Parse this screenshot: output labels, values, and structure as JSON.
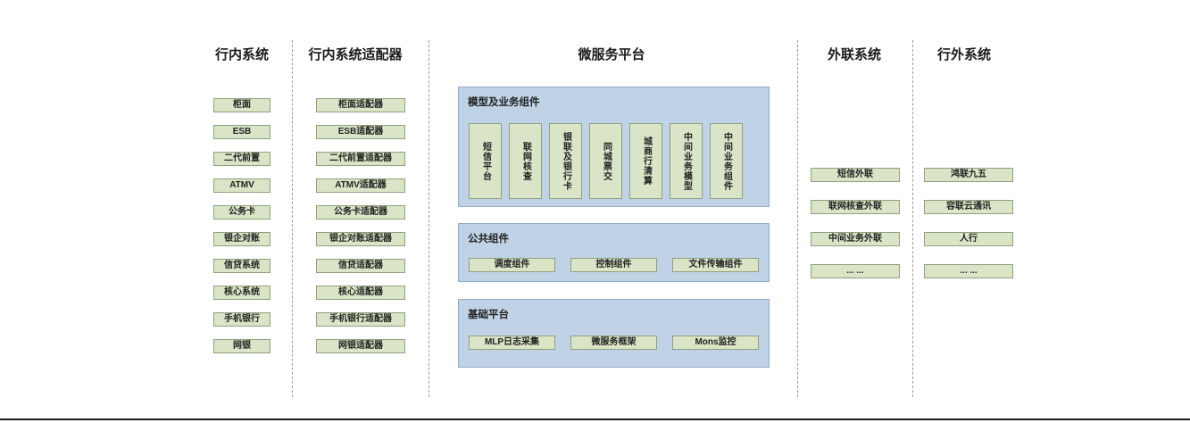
{
  "colors": {
    "box_fill": "#d9e5c6",
    "box_border": "#8fa07f",
    "panel_fill": "#bfd2e6",
    "panel_border": "#92abc6"
  },
  "col_inbank": {
    "title": "行内系统",
    "items": [
      "柜面",
      "ESB",
      "二代前置",
      "ATMV",
      "公务卡",
      "银企对账",
      "信贷系统",
      "核心系统",
      "手机银行",
      "网银"
    ]
  },
  "col_adapter": {
    "title": "行内系统适配器",
    "items": [
      "柜面适配器",
      "ESB适配器",
      "二代前置适配器",
      "ATMV适配器",
      "公务卡适配器",
      "银企对账适配器",
      "信贷适配器",
      "核心适配器",
      "手机银行适配器",
      "网银适配器"
    ]
  },
  "platform": {
    "title": "微服务平台",
    "model_panel": {
      "title": "模型及业务组件",
      "items": [
        "短信平台",
        "联网核查",
        "银联及银行卡",
        "同城票交",
        "城商行清算",
        "中间业务模型",
        "中间业务组件"
      ]
    },
    "common_panel": {
      "title": "公共组件",
      "items": [
        "调度组件",
        "控制组件",
        "文件传输组件"
      ]
    },
    "base_panel": {
      "title": "基础平台",
      "items": [
        "MLP日志采集",
        "微服务框架",
        "Mons监控"
      ]
    }
  },
  "col_external": {
    "title": "外联系统",
    "items": [
      "短信外联",
      "联网核查外联",
      "中间业务外联",
      "... ..."
    ]
  },
  "col_outbank": {
    "title": "行外系统",
    "items": [
      "鸿联九五",
      "容联云通讯",
      "人行",
      "... ..."
    ]
  }
}
